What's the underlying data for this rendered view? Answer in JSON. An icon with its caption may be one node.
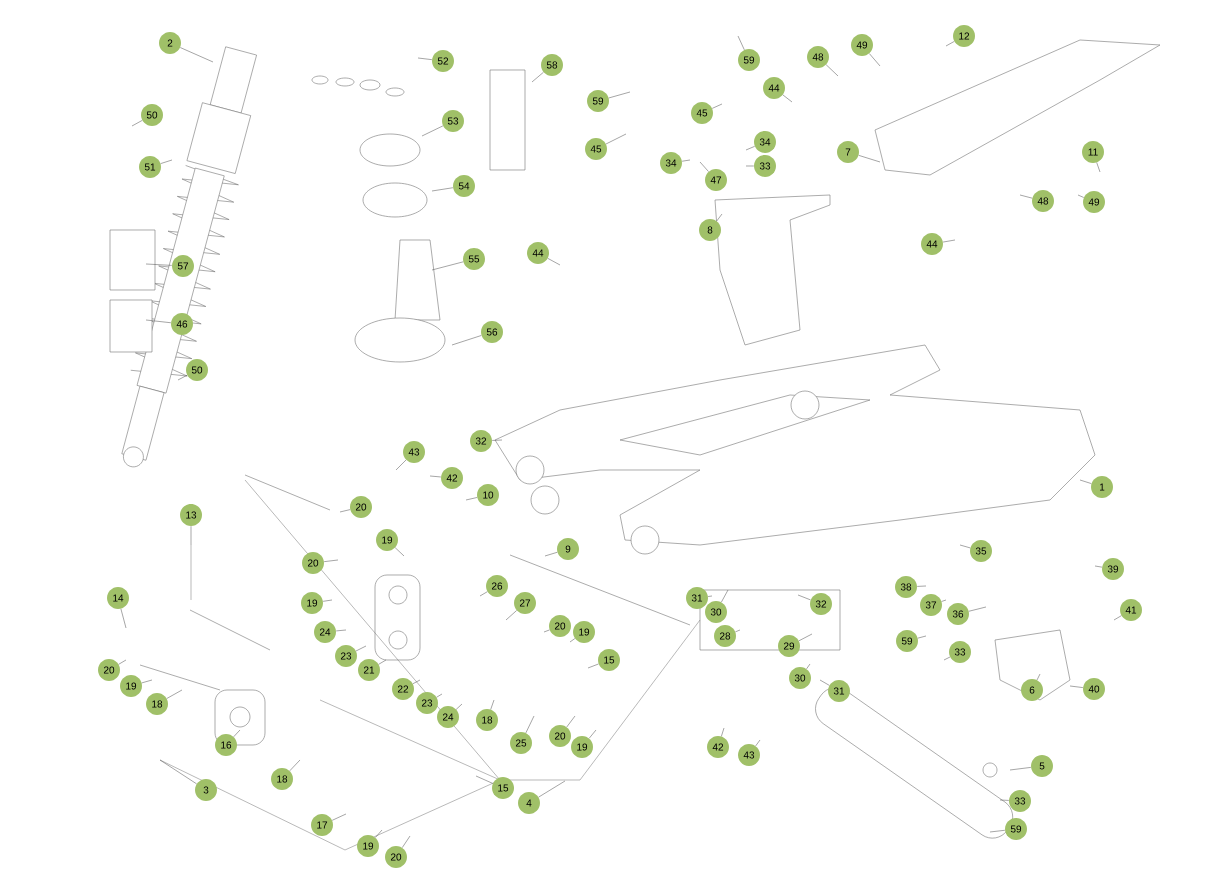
{
  "diagram": {
    "nodes": [
      {
        "text": [
          "2"
        ]
      },
      {
        "text": [
          "52"
        ]
      },
      {
        "text": [
          "58"
        ]
      },
      {
        "text": [
          "59"
        ]
      },
      {
        "text": [
          "48"
        ]
      },
      {
        "text": [
          "49"
        ]
      },
      {
        "text": [
          "12"
        ]
      },
      {
        "text": [
          "50"
        ]
      },
      {
        "text": [
          "53"
        ]
      },
      {
        "text": [
          "59"
        ]
      },
      {
        "text": [
          "45"
        ]
      },
      {
        "text": [
          "44"
        ]
      },
      {
        "text": [
          "7"
        ]
      },
      {
        "text": [
          "34"
        ]
      },
      {
        "text": [
          "11"
        ]
      },
      {
        "text": [
          "51"
        ]
      },
      {
        "text": [
          "34"
        ]
      },
      {
        "text": [
          "47"
        ]
      },
      {
        "text": [
          "33"
        ]
      },
      {
        "text": [
          "45"
        ]
      },
      {
        "text": [
          "54"
        ]
      },
      {
        "text": [
          "8"
        ]
      },
      {
        "text": [
          "48"
        ]
      },
      {
        "text": [
          "49"
        ]
      },
      {
        "text": [
          "57"
        ]
      },
      {
        "text": [
          "55"
        ]
      },
      {
        "text": [
          "44"
        ]
      },
      {
        "text": [
          "44"
        ]
      },
      {
        "text": [
          "46"
        ]
      },
      {
        "text": [
          "56"
        ]
      },
      {
        "text": [
          "50"
        ]
      },
      {
        "text": [
          "32"
        ]
      },
      {
        "text": [
          "43"
        ]
      },
      {
        "text": [
          "42"
        ]
      },
      {
        "text": [
          "10"
        ]
      },
      {
        "text": [
          "1"
        ]
      },
      {
        "text": [
          "13"
        ]
      },
      {
        "text": [
          "20"
        ]
      },
      {
        "text": [
          "9"
        ]
      },
      {
        "text": [
          "35"
        ]
      },
      {
        "text": [
          "19"
        ]
      },
      {
        "text": [
          "39"
        ]
      },
      {
        "text": [
          "20"
        ]
      },
      {
        "text": [
          "38"
        ]
      },
      {
        "text": [
          "26"
        ]
      },
      {
        "text": [
          "27"
        ]
      },
      {
        "text": [
          "31"
        ]
      },
      {
        "text": [
          "32"
        ]
      },
      {
        "text": [
          "19"
        ]
      },
      {
        "text": [
          "37"
        ]
      },
      {
        "text": [
          "41"
        ]
      },
      {
        "text": [
          "14"
        ]
      },
      {
        "text": [
          "36"
        ]
      },
      {
        "text": [
          "30"
        ]
      },
      {
        "text": [
          "24"
        ]
      },
      {
        "text": [
          "20"
        ]
      },
      {
        "text": [
          "19"
        ]
      },
      {
        "text": [
          "28"
        ]
      },
      {
        "text": [
          "29"
        ]
      },
      {
        "text": [
          "15"
        ]
      },
      {
        "text": [
          "23"
        ]
      },
      {
        "text": [
          "21"
        ]
      },
      {
        "text": [
          "59"
        ]
      },
      {
        "text": [
          "33"
        ]
      },
      {
        "text": [
          "20"
        ]
      },
      {
        "text": [
          "19"
        ]
      },
      {
        "text": [
          "22"
        ]
      },
      {
        "text": [
          "23"
        ]
      },
      {
        "text": [
          "24"
        ]
      },
      {
        "text": [
          "18"
        ]
      },
      {
        "text": [
          "30"
        ]
      },
      {
        "text": [
          "31"
        ]
      },
      {
        "text": [
          "6"
        ]
      },
      {
        "text": [
          "40"
        ]
      },
      {
        "text": [
          "18"
        ]
      },
      {
        "text": [
          "25"
        ]
      },
      {
        "text": [
          "20"
        ]
      },
      {
        "text": [
          "19"
        ]
      },
      {
        "text": [
          "42"
        ]
      },
      {
        "text": [
          "43"
        ]
      },
      {
        "text": [
          "16"
        ]
      },
      {
        "text": [
          "3"
        ]
      },
      {
        "text": [
          "18"
        ]
      },
      {
        "text": [
          "4"
        ]
      },
      {
        "text": [
          "15"
        ]
      },
      {
        "text": [
          "5"
        ]
      },
      {
        "text": [
          "17"
        ]
      },
      {
        "text": [
          "33"
        ]
      },
      {
        "text": [
          "19"
        ]
      },
      {
        "text": [
          "20"
        ]
      },
      {
        "text": [
          "59"
        ]
      }
    ],
    "edges": [
      {
        "from": 0,
        "to": null,
        "arrow": "none"
      },
      {
        "from": 1,
        "to": null,
        "arrow": "none"
      },
      {
        "from": 2,
        "to": null,
        "arrow": "none"
      },
      {
        "from": 3,
        "to": null,
        "arrow": "none"
      },
      {
        "from": 4,
        "to": null,
        "arrow": "none"
      },
      {
        "from": 5,
        "to": null,
        "arrow": "none"
      },
      {
        "from": 6,
        "to": null,
        "arrow": "none"
      },
      {
        "from": 7,
        "to": null,
        "arrow": "none"
      },
      {
        "from": 8,
        "to": null,
        "arrow": "none"
      },
      {
        "from": 9,
        "to": null,
        "arrow": "none"
      },
      {
        "from": 10,
        "to": null,
        "arrow": "none"
      },
      {
        "from": 11,
        "to": null,
        "arrow": "none"
      },
      {
        "from": 12,
        "to": null,
        "arrow": "none"
      },
      {
        "from": 13,
        "to": null,
        "arrow": "none"
      },
      {
        "from": 14,
        "to": null,
        "arrow": "none"
      },
      {
        "from": 15,
        "to": null,
        "arrow": "none"
      },
      {
        "from": 16,
        "to": null,
        "arrow": "none"
      },
      {
        "from": 17,
        "to": null,
        "arrow": "none"
      },
      {
        "from": 18,
        "to": null,
        "arrow": "none"
      },
      {
        "from": 19,
        "to": null,
        "arrow": "none"
      },
      {
        "from": 20,
        "to": null,
        "arrow": "none"
      },
      {
        "from": 21,
        "to": null,
        "arrow": "none"
      },
      {
        "from": 22,
        "to": null,
        "arrow": "none"
      },
      {
        "from": 23,
        "to": null,
        "arrow": "none"
      },
      {
        "from": 24,
        "to": null,
        "arrow": "none"
      },
      {
        "from": 25,
        "to": null,
        "arrow": "none"
      },
      {
        "from": 26,
        "to": null,
        "arrow": "none"
      },
      {
        "from": 27,
        "to": null,
        "arrow": "none"
      },
      {
        "from": 28,
        "to": null,
        "arrow": "none"
      },
      {
        "from": 29,
        "to": null,
        "arrow": "none"
      },
      {
        "from": 30,
        "to": null,
        "arrow": "none"
      },
      {
        "from": 31,
        "to": null,
        "arrow": "none"
      },
      {
        "from": 32,
        "to": null,
        "arrow": "none"
      },
      {
        "from": 33,
        "to": null,
        "arrow": "none"
      },
      {
        "from": 34,
        "to": null,
        "arrow": "none"
      },
      {
        "from": 35,
        "to": null,
        "arrow": "none"
      },
      {
        "from": 36,
        "to": null,
        "arrow": "none"
      },
      {
        "from": 37,
        "to": null,
        "arrow": "none"
      },
      {
        "from": 38,
        "to": null,
        "arrow": "none"
      },
      {
        "from": 39,
        "to": null,
        "arrow": "none"
      },
      {
        "from": 40,
        "to": null,
        "arrow": "none"
      },
      {
        "from": 41,
        "to": null,
        "arrow": "none"
      },
      {
        "from": 42,
        "to": null,
        "arrow": "none"
      },
      {
        "from": 43,
        "to": null,
        "arrow": "none"
      },
      {
        "from": 44,
        "to": null,
        "arrow": "none"
      },
      {
        "from": 45,
        "to": null,
        "arrow": "none"
      },
      {
        "from": 46,
        "to": null,
        "arrow": "none"
      },
      {
        "from": 47,
        "to": null,
        "arrow": "none"
      },
      {
        "from": 48,
        "to": null,
        "arrow": "none"
      },
      {
        "from": 49,
        "to": null,
        "arrow": "none"
      },
      {
        "from": 50,
        "to": null,
        "arrow": "none"
      },
      {
        "from": 51,
        "to": null,
        "arrow": "none"
      },
      {
        "from": 52,
        "to": null,
        "arrow": "none"
      },
      {
        "from": 53,
        "to": null,
        "arrow": "none"
      },
      {
        "from": 54,
        "to": null,
        "arrow": "none"
      },
      {
        "from": 55,
        "to": null,
        "arrow": "none"
      },
      {
        "from": 56,
        "to": null,
        "arrow": "none"
      },
      {
        "from": 57,
        "to": null,
        "arrow": "none"
      },
      {
        "from": 58,
        "to": null,
        "arrow": "none"
      },
      {
        "from": 59,
        "to": null,
        "arrow": "none"
      },
      {
        "from": 60,
        "to": null,
        "arrow": "none"
      },
      {
        "from": 61,
        "to": null,
        "arrow": "none"
      },
      {
        "from": 62,
        "to": null,
        "arrow": "none"
      },
      {
        "from": 63,
        "to": null,
        "arrow": "none"
      },
      {
        "from": 64,
        "to": null,
        "arrow": "none"
      },
      {
        "from": 65,
        "to": null,
        "arrow": "none"
      },
      {
        "from": 66,
        "to": null,
        "arrow": "none"
      },
      {
        "from": 67,
        "to": null,
        "arrow": "none"
      },
      {
        "from": 68,
        "to": null,
        "arrow": "none"
      },
      {
        "from": 69,
        "to": null,
        "arrow": "none"
      },
      {
        "from": 70,
        "to": null,
        "arrow": "none"
      },
      {
        "from": 71,
        "to": null,
        "arrow": "none"
      },
      {
        "from": 72,
        "to": null,
        "arrow": "none"
      },
      {
        "from": 73,
        "to": null,
        "arrow": "none"
      },
      {
        "from": 74,
        "to": null,
        "arrow": "none"
      },
      {
        "from": 75,
        "to": null,
        "arrow": "none"
      },
      {
        "from": 76,
        "to": null,
        "arrow": "none"
      },
      {
        "from": 77,
        "to": null,
        "arrow": "none"
      },
      {
        "from": 78,
        "to": null,
        "arrow": "none"
      },
      {
        "from": 79,
        "to": null,
        "arrow": "none"
      },
      {
        "from": 80,
        "to": null,
        "arrow": "none"
      },
      {
        "from": 81,
        "to": null,
        "arrow": "none"
      },
      {
        "from": 82,
        "to": null,
        "arrow": "none"
      },
      {
        "from": 83,
        "to": null,
        "arrow": "none"
      },
      {
        "from": 84,
        "to": null,
        "arrow": "none"
      },
      {
        "from": 85,
        "to": null,
        "arrow": "none"
      },
      {
        "from": 86,
        "to": null,
        "arrow": "none"
      },
      {
        "from": 87,
        "to": null,
        "arrow": "none"
      },
      {
        "from": 88,
        "to": null,
        "arrow": "none"
      },
      {
        "from": 89,
        "to": null,
        "arrow": "none"
      },
      {
        "from": 90,
        "to": null,
        "arrow": "none"
      }
    ]
  }
}
